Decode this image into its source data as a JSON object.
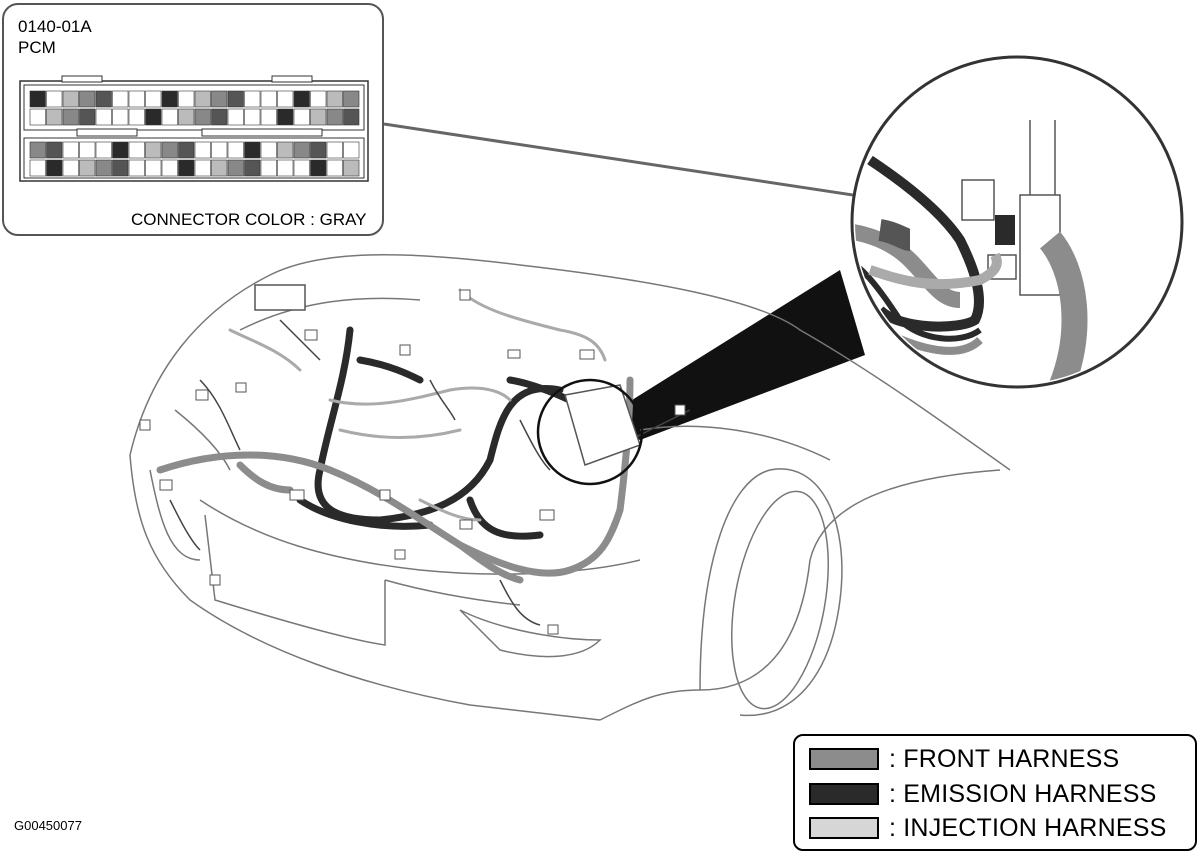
{
  "inset": {
    "code": "0140-01A",
    "component": "PCM",
    "connector_color": "CONNECTOR COLOR : GRAY"
  },
  "figure_id": "G00450077",
  "legend": {
    "items": [
      {
        "label": ": FRONT HARNESS",
        "color": "#8c8c8c"
      },
      {
        "label": ": EMISSION HARNESS",
        "color": "#2a2a2a"
      },
      {
        "label": ": INJECTION HARNESS",
        "color": "#d6d6d6"
      }
    ]
  },
  "colors": {
    "front_harness": "#8c8c8c",
    "emission_harness": "#2a2a2a",
    "injection_harness": "#d6d6d6",
    "outline": "#555555"
  }
}
